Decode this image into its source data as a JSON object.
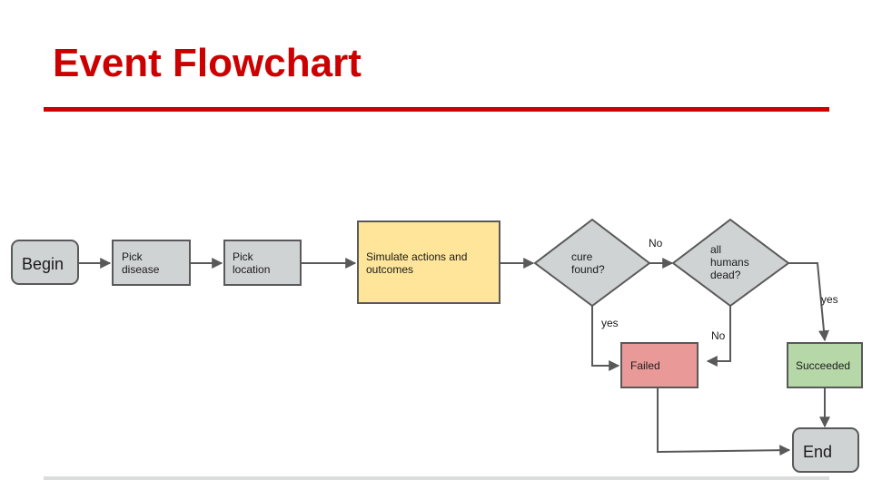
{
  "header": {
    "title": "Event Flowchart"
  },
  "colors": {
    "title": "#cc0000",
    "rule": "#cc0000",
    "neutral_fill": "#d0d3d4",
    "simulate_fill": "#fee599",
    "failed_fill": "#ea9999",
    "succeeded_fill": "#b6d7a8",
    "stroke": "#595959"
  },
  "nodes": {
    "begin": {
      "label": "Begin"
    },
    "pick_disease": {
      "label": [
        "Pick",
        "disease"
      ]
    },
    "pick_location": {
      "label": [
        "Pick",
        "location"
      ]
    },
    "simulate": {
      "label": [
        "Simulate actions and",
        "outcomes"
      ]
    },
    "cure_found": {
      "label": [
        "cure",
        "found?"
      ]
    },
    "all_dead": {
      "label": [
        "all",
        "humans",
        "dead?"
      ]
    },
    "failed": {
      "label": "Failed"
    },
    "succeeded": {
      "label": "Succeeded"
    },
    "end": {
      "label": "End"
    }
  },
  "edges": {
    "cure_no": "No",
    "cure_yes": "yes",
    "dead_no": "No",
    "dead_yes": "yes"
  }
}
